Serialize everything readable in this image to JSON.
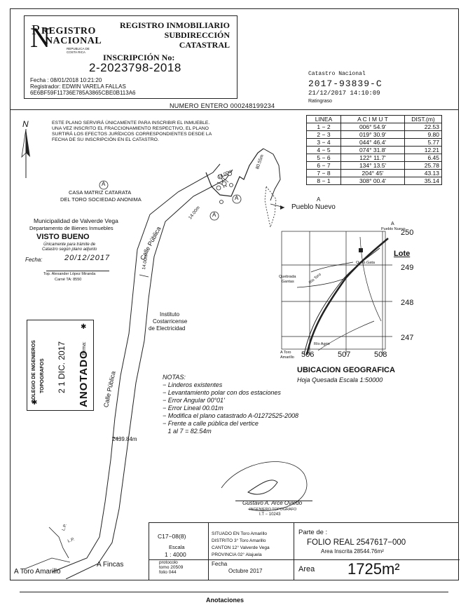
{
  "header": {
    "logo_line1": "REGISTRO",
    "logo_line2": "NACIONAL",
    "logo_sub1": "REPUBLICA DE",
    "logo_sub2": "COSTA RICA",
    "org1": "REGISTRO INMOBILIARIO",
    "org2": "SUBDIRECCIÓN",
    "org3": "CATASTRAL",
    "inscripcion_label": "INSCRIPCIÓN No:",
    "inscripcion_no": "2-2023798-2018",
    "fecha": "Fecha       : 08/01/2018 10:21:20",
    "registrador": "Registrador: EDWIN VARELA FALLAS",
    "hash": "6E6BF59F11736E785A3865CBE0B113A6"
  },
  "numero_entero": "NUMERO ENTERO 000248199234",
  "catastro": {
    "label": "Catastro Nacional",
    "number": "2017-93839-C",
    "datetime": "21/12/2017 14:10:09",
    "operator": "Ratingraso"
  },
  "north": "N",
  "notice": "ESTE PLANO SERVIRÁ ÚNICAMENTE PARA INSCRIBIR EL INMUEBLE. UNA VEZ INSCRITO EL FRACCIONAMIENTO RESPECTIVO, EL PLANO SURTIRÁ LOS EFECTOS JURÍDICOS CORRESPONDIENTES DESDE LA FECHA DE SU INSCRIPCIÓN EN EL CATASTRO.",
  "azimuth_table": {
    "headers": [
      "LINEA",
      "A C I M U T",
      "DIST.(m)"
    ],
    "rows": [
      [
        "1 − 2",
        "006° 54.9'",
        "22.53"
      ],
      [
        "2 − 3",
        "019° 30.9'",
        "9.80"
      ],
      [
        "3 − 4",
        "044° 46.4'",
        "5.77"
      ],
      [
        "4 − 5",
        "074° 31.8'",
        "12.21"
      ],
      [
        "5 − 6",
        "122° 11.7'",
        "6.45"
      ],
      [
        "6 − 7",
        "134° 13.5'",
        "25.78"
      ],
      [
        "7 − 8",
        "204° 45'",
        "43.13"
      ],
      [
        "8 − 1",
        "308° 00.4'",
        "35.14"
      ]
    ]
  },
  "map": {
    "marker_a": "A",
    "casa_matriz": "CASA MATRIZ CATARATA",
    "casa_matriz2": "DEL TORO SOCIEDAD ANONIMA",
    "pueblo_nuevo": "Pueblo Nuevo",
    "calle_publica": "Calle Pública",
    "instituto1": "Instituto",
    "instituto2": "Costarricense",
    "instituto3": "de Electricidad",
    "dist_14_a": "14.00m",
    "dist_14_b": "14.00m",
    "dist_14_c": "14.00m",
    "dist_80": "80.55m",
    "dist_2439": "2439.84m",
    "a_fincas": "A  Fincas",
    "a_toro": "A  Toro  Amarillo",
    "lp": "L.P."
  },
  "visto_bueno": {
    "muni": "Municipalidad de Valverde Vega",
    "dept": "Departamento de Bienes Inmuebles",
    "title": "VISTO BUENO",
    "line1": "Únicamente para trámite de",
    "line2": "Catastro según plano adjunto",
    "fecha_label": "Fecha:",
    "fecha_val": "20/12/2017",
    "signer": "Top. Alexander López Miranda",
    "carnet": "Carné TA: 8550"
  },
  "location_map": {
    "pueblo_nuevo": "Pueblo Nuevo",
    "lote": "Lote",
    "queb_gata": "Queb.Gata",
    "quebrada": "Quebrada",
    "quebrada2": "Gantas",
    "rio_toro": "Río Toro",
    "rio_agrio": "Río Agrio",
    "a_toro": "A Toro",
    "amarillo": "Amarillo",
    "y_ticks": [
      "250",
      "249",
      "248",
      "247"
    ],
    "x_ticks": [
      "506",
      "507",
      "508"
    ],
    "a_pn": "A"
  },
  "ubicacion": {
    "title": "UBICACION GEOGRAFICA",
    "subtitle": "Hoja Quesada Escala 1:50000"
  },
  "notas": {
    "title": "NOTAS:",
    "items": [
      "−  Linderos existentes",
      "−  Levantamiento polar con dos estaciones",
      "−  Error Angular 00°01'",
      "−  Error Lineal 00.01m",
      "−  Modifica el plano catastrado A-01272525-2008",
      "−  Frente a calle pública del vertice",
      "   1 al 7 = 82.54m"
    ]
  },
  "signature": {
    "name": "Gustavo A. Arce Oviedo",
    "title": "INGENIERO TOPOGRAFO",
    "code": "I.T − 10243"
  },
  "stamp": {
    "line1": "COLEGIO DE INGENIEROS",
    "line2": "TOPOGRAFOS",
    "date": "2 1 DIC. 2017",
    "anotado": "ANOTADO",
    "firma": "Firma:"
  },
  "footer": {
    "sheet": "C17−08(8)",
    "escala_label": "Escala",
    "escala_val": "1  :  4000",
    "protocolo": "protocolo",
    "tomo": "tomo     20509",
    "folio": "folio       044",
    "situado": "SITUADO EN  Toro Amarillo",
    "distrito": "DISTRITO  3°  Toro Amarillo",
    "canton": "CANTON 12°  Valverde Vega",
    "provincia": "PROVINCIA  02°    Alajuela",
    "fecha_label": "Fecha",
    "fecha_val": "Octubre   2017",
    "parte_de": "Parte de :",
    "folio_real": "FOLIO REAL  2547617−000",
    "area_inscrita": "Area Inscrita 28544.76m²",
    "area_label": "Area",
    "area_val": "1725m²"
  },
  "anotaciones": "Anotaciones"
}
